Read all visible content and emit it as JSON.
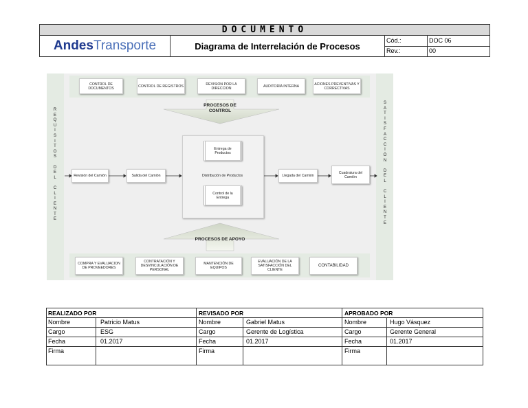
{
  "header": {
    "title": "DOCUMENTO",
    "logo_bold": "Andes",
    "logo_light": "Transporte",
    "doc_title": "Diagrama de Interrelación de Procesos",
    "cod_label": "Cód.:",
    "cod_value": "DOC 06",
    "rev_label": "Rev.:",
    "rev_value": "00"
  },
  "diagram": {
    "left_label": "R\nE\nQ\nU\nI\nS\nI\nT\nO\nS\n\nD\nE\nL\n\nC\nL\nI\nE\nN\nT\nE",
    "right_label": "S\nA\nT\nI\nS\nF\nA\nC\nC\nI\nÓ\nN\n\nD\nE\nL\n\nC\nL\nI\nE\nN\nT\nE",
    "control_boxes": [
      "CONTROL DE DOCUMENTOS",
      "CONTROL DE REGISTROS",
      "REVISION POR LA DIRECCION",
      "AUDITORÍA INTERNA",
      "ACIONES PREVENTIVAS Y CORRECTIVAS"
    ],
    "control_arrow": "PROCESOS DE CONTROL",
    "support_arrow": "PROCESOS DE APOYO",
    "flow": [
      "Revisión del Camión",
      "Salida del Camión",
      "Distribución de Productos",
      "Llegada del Camión",
      "Cuadratura del Camión"
    ],
    "sub_boxes": [
      "Entrega de Productos",
      "Control de la Entrega"
    ],
    "support_boxes": [
      "COMPRA Y EVALUACION DE PROVEEDORES",
      "CONTRATACIÓN Y DESVINCULACIÓN DE PERSONAL",
      "MANTENCIÓN DE EQUIPOS",
      "EVALUACIÓN DE LA SATISFACCIÓN DEL CLIENTE",
      "CONTABILIDAD"
    ]
  },
  "approvals": {
    "realizado": {
      "header": "REALIZADO POR",
      "nombre_label": "Nombre",
      "nombre": "Patricio Matus",
      "cargo_label": "Cargo",
      "cargo": "ESG",
      "fecha_label": "Fecha",
      "fecha": "01.2017",
      "firma_label": "Firma"
    },
    "revisado": {
      "header": "REVISADO POR",
      "nombre_label": "Nombre",
      "nombre": "Gabriel Matus",
      "cargo_label": "Cargo",
      "cargo": "Gerente de Logística",
      "fecha_label": "Fecha",
      "fecha": "01.2017",
      "firma_label": "Firma"
    },
    "aprobado": {
      "header": "APROBADO  POR",
      "nombre_label": "Nombre",
      "nombre": "Hugo Vásquez",
      "cargo_label": "Cargo",
      "cargo": "Gerente General",
      "fecha_label": "Fecha",
      "fecha": "01.2017",
      "firma_label": "Firma"
    }
  }
}
